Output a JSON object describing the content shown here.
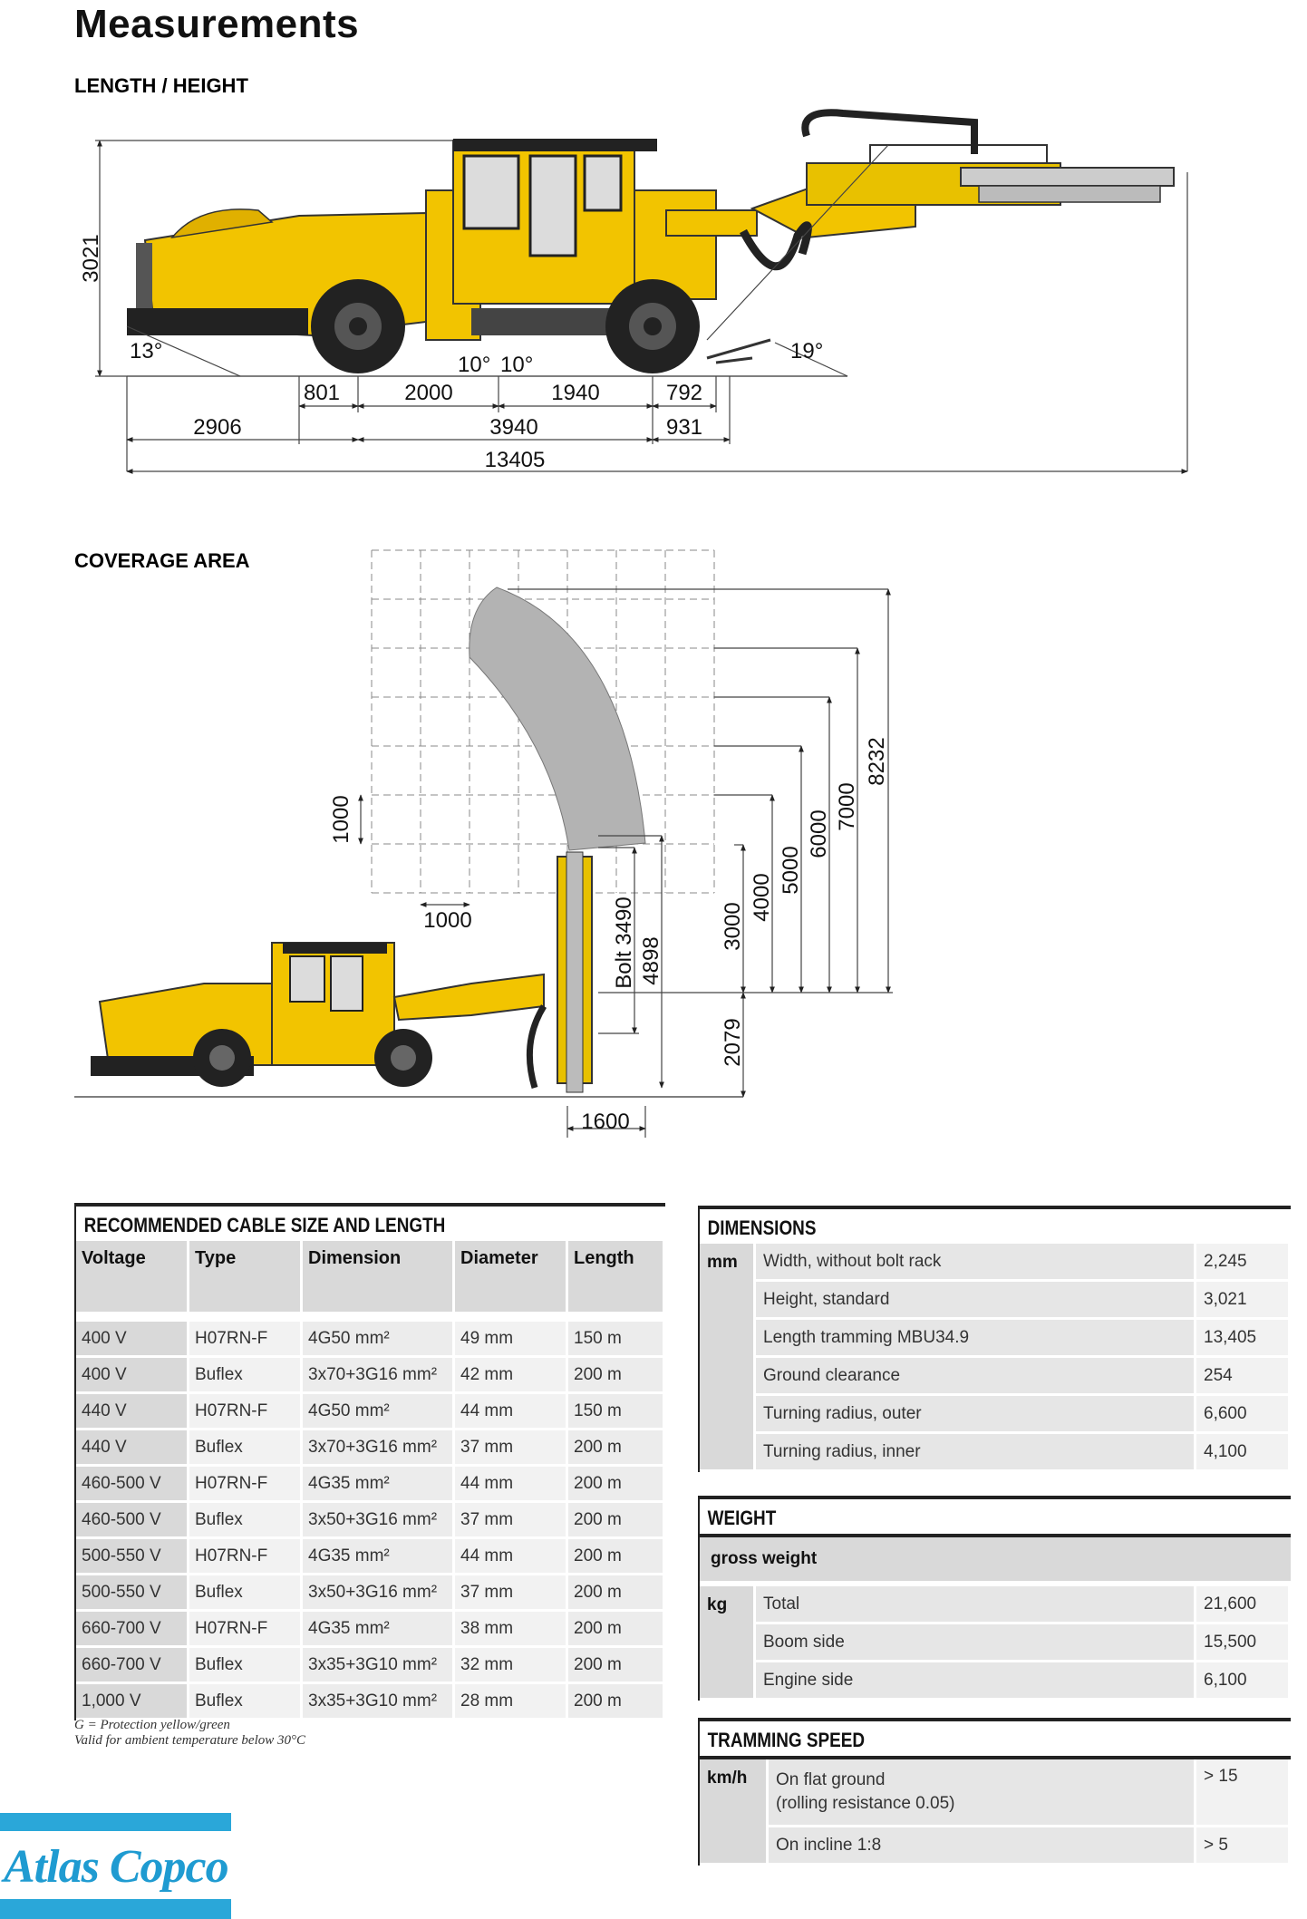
{
  "page_title": "Measurements",
  "length_height": {
    "heading": "LENGTH / HEIGHT",
    "height": "3021",
    "angles": [
      "13°",
      "10°",
      "10°",
      "19°"
    ],
    "row1": [
      "801",
      "2000",
      "1940",
      "792"
    ],
    "row2": [
      "2906",
      "3940",
      "931"
    ],
    "total": "13405"
  },
  "coverage": {
    "heading": "COVERAGE AREA",
    "grid_v": "1000",
    "grid_h": "1000",
    "bolt": "Bolt 3490",
    "bolt2": "4898",
    "heights": [
      "3000",
      "4000",
      "5000",
      "6000",
      "7000",
      "8232"
    ],
    "base": "2079",
    "reach": "1600"
  },
  "cable": {
    "title": "RECOMMENDED CABLE SIZE AND LENGTH",
    "headers": [
      "Voltage",
      "Type",
      "Dimension",
      "Diameter",
      "Length"
    ],
    "rows": [
      [
        "400 V",
        "H07RN-F",
        "4G50 mm²",
        "49 mm",
        "150 m"
      ],
      [
        "400 V",
        "Buflex",
        "3x70+3G16 mm²",
        "42 mm",
        "200 m"
      ],
      [
        "440 V",
        "H07RN-F",
        "4G50 mm²",
        "44 mm",
        "150 m"
      ],
      [
        "440 V",
        "Buflex",
        "3x70+3G16 mm²",
        "37 mm",
        "200 m"
      ],
      [
        "460-500 V",
        "H07RN-F",
        "4G35 mm²",
        "44 mm",
        "200 m"
      ],
      [
        "460-500 V",
        "Buflex",
        "3x50+3G16 mm²",
        "37 mm",
        "200 m"
      ],
      [
        "500-550 V",
        "H07RN-F",
        "4G35 mm²",
        "44 mm",
        "200 m"
      ],
      [
        "500-550 V",
        "Buflex",
        "3x50+3G16 mm²",
        "37 mm",
        "200 m"
      ],
      [
        "660-700 V",
        "H07RN-F",
        "4G35 mm²",
        "38 mm",
        "200 m"
      ],
      [
        "660-700 V",
        "Buflex",
        "3x35+3G10 mm²",
        "32 mm",
        "200 m"
      ],
      [
        "1,000 V",
        "Buflex",
        "3x35+3G10 mm²",
        "28 mm",
        "200 m"
      ]
    ],
    "note1": "G = Protection yellow/green",
    "note2": "Valid for ambient temperature below 30°C"
  },
  "dimensions": {
    "title": "DIMENSIONS",
    "unit": "mm",
    "rows": [
      [
        "Width, without bolt rack",
        "2,245"
      ],
      [
        "Height,  standard",
        "3,021"
      ],
      [
        "Length tramming MBU34.9",
        "13,405"
      ],
      [
        "Ground clearance",
        "254"
      ],
      [
        "Turning radius, outer",
        "6,600"
      ],
      [
        "Turning radius, inner",
        "4,100"
      ]
    ]
  },
  "weight": {
    "title": "WEIGHT",
    "subtitle": "gross weight",
    "unit": "kg",
    "rows": [
      [
        "Total",
        "21,600"
      ],
      [
        "Boom side",
        "15,500"
      ],
      [
        "Engine side",
        "6,100"
      ]
    ]
  },
  "tramming": {
    "title": "TRAMMING SPEED",
    "unit": "km/h",
    "rows": [
      [
        "On flat ground",
        "(rolling resistance 0.05)",
        "> 15"
      ],
      [
        "On incline 1:8",
        "",
        "> 5"
      ]
    ]
  },
  "brand": "Atlas Copco",
  "colors": {
    "machine_yellow": "#f2c400",
    "coverage_gray": "#b3b3b3",
    "brand_blue": "#2aa7d9"
  }
}
